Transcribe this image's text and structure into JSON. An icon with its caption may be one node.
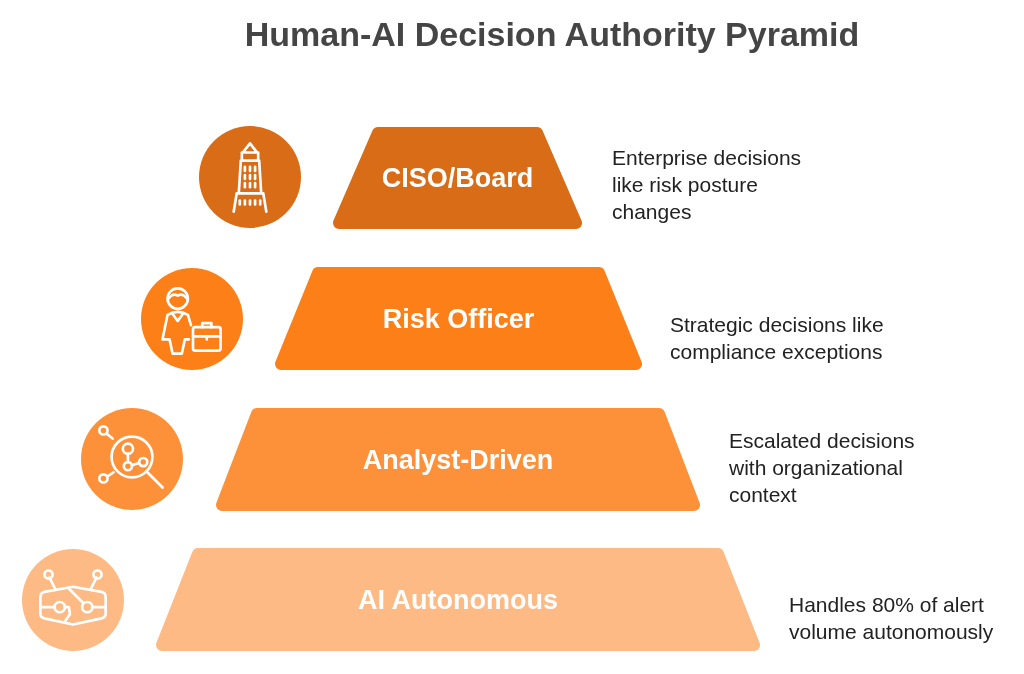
{
  "diagram": {
    "title": "Human-AI Decision Authority Pyramid",
    "nodes": [
      {
        "text": [
          "CISO/Board"
        ],
        "beside": [
          "Enterprise decisions like risk posture changes"
        ]
      },
      {
        "text": [
          "Risk Officer"
        ],
        "beside": [
          "Strategic decisions like compliance exceptions"
        ]
      },
      {
        "text": [
          "Analyst-Driven"
        ],
        "beside": [
          "Escalated decisions with organizational context"
        ]
      },
      {
        "text": [
          "AI Autonomous"
        ],
        "beside": [
          "Handles 80% of alert volume autonomously"
        ]
      }
    ]
  }
}
